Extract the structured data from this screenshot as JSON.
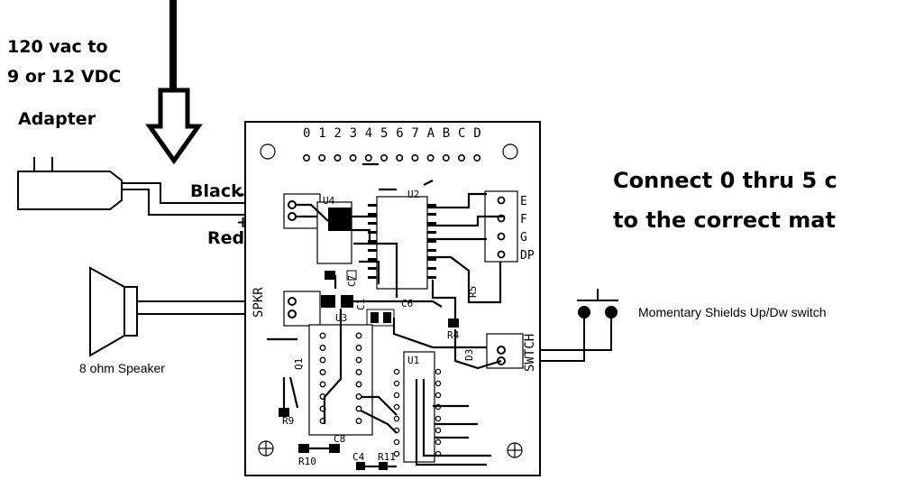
{
  "adapter_label": {
    "line1": "120 vac to",
    "line2": "9 or 12 VDC",
    "line3": "Adapter"
  },
  "wire_black": "Black",
  "wire_red": "Red",
  "polarity_minus": "-",
  "polarity_plus": "+",
  "connect_note": {
    "line1": "Connect 0 thru 5 c",
    "line2": "to the correct mat"
  },
  "speaker_label": "8 ohm Speaker",
  "switch_label": "Momentary Shields Up/Dw switch",
  "pcb": {
    "header_pins": [
      "0",
      "1",
      "2",
      "3",
      "4",
      "5",
      "6",
      "7",
      "A",
      "B",
      "C",
      "D"
    ],
    "right_pins": [
      "E",
      "F",
      "G",
      "DP"
    ],
    "refs": {
      "u4": "U4",
      "u2": "U2",
      "u3": "U3",
      "u1": "U1",
      "c7": "C7",
      "c1": "C1",
      "c6": "C6",
      "c8": "C8",
      "c4": "C4",
      "r5": "R5",
      "r4": "R4",
      "r9": "R9",
      "r10": "R10",
      "r11": "R11",
      "d3": "D3",
      "q1": "Q1",
      "spkr": "SPKR",
      "swtch": "SWTCH"
    }
  },
  "colors": {
    "ink": "#000000",
    "background": "#ffffff"
  }
}
